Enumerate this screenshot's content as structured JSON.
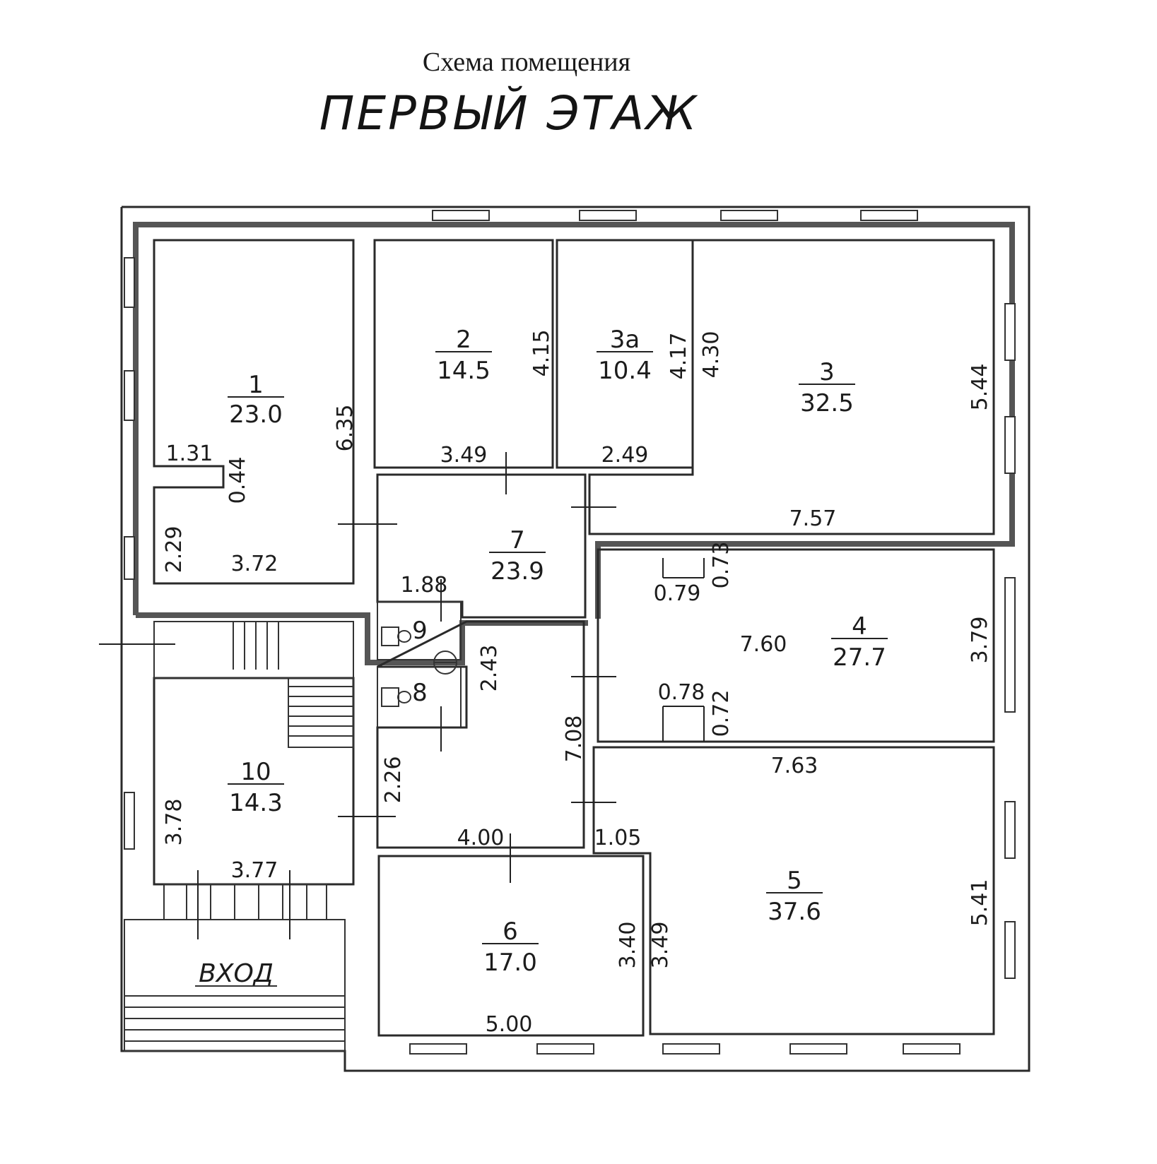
{
  "header": {
    "subtitle": "Схема помещения",
    "title": "ПЕРВЫЙ ЭТАЖ"
  },
  "rooms": [
    {
      "number": "1",
      "area": "23.0"
    },
    {
      "number": "2",
      "area": "14.5"
    },
    {
      "number": "3а",
      "area": "10.4"
    },
    {
      "number": "3",
      "area": "32.5"
    },
    {
      "number": "7",
      "area": "23.9"
    },
    {
      "number": "4",
      "area": "27.7"
    },
    {
      "number": "9",
      "area": ""
    },
    {
      "number": "8",
      "area": ""
    },
    {
      "number": "10",
      "area": "14.3"
    },
    {
      "number": "5",
      "area": "37.6"
    },
    {
      "number": "6",
      "area": "17.0"
    }
  ],
  "dimensions": {
    "d_6_35": "6.35",
    "d_1_31": "1.31",
    "d_0_44": "0.44",
    "d_2_29": "2.29",
    "d_3_72": "3.72",
    "d_4_15": "4.15",
    "d_3_49a": "3.49",
    "d_4_17": "4.17",
    "d_2_49": "2.49",
    "d_4_30": "4.30",
    "d_5_44": "5.44",
    "d_7_57": "7.57",
    "d_1_88": "1.88",
    "d_0_79": "0.79",
    "d_0_73": "0.73",
    "d_7_60": "7.60",
    "d_3_79": "3.79",
    "d_0_78": "0.78",
    "d_0_72": "0.72",
    "d_2_43": "2.43",
    "d_7_08": "7.08",
    "d_7_63": "7.63",
    "d_2_26": "2.26",
    "d_3_78": "3.78",
    "d_4_00": "4.00",
    "d_1_05": "1.05",
    "d_3_77": "3.77",
    "d_5_41": "5.41",
    "d_3_40": "3.40",
    "d_3_49b": "3.49",
    "d_5_00": "5.00"
  },
  "entrance_label": "ВХОД"
}
